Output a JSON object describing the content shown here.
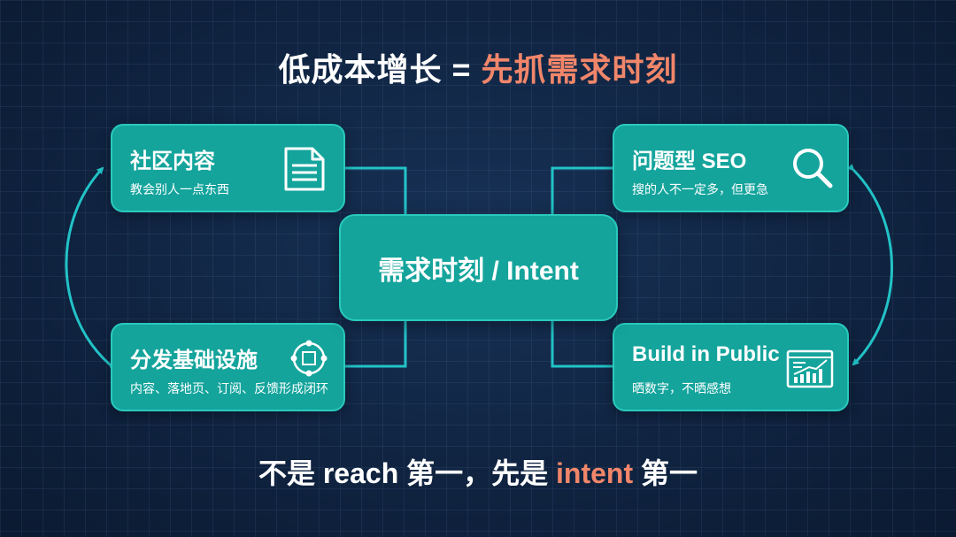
{
  "title": {
    "prefix": "低成本增长 = ",
    "highlight": "先抓需求时刻"
  },
  "center": {
    "label": "需求时刻 / Intent"
  },
  "cards": {
    "top_left": {
      "title": "社区内容",
      "subtitle": "教会别人一点东西",
      "icon": "document-icon"
    },
    "bottom_left": {
      "title": "分发基础设施",
      "subtitle": "内容、落地页、订阅、反馈形成闭环",
      "icon": "cycle-icon"
    },
    "top_right": {
      "title": "问题型 SEO",
      "subtitle": "搜的人不一定多，但更急",
      "icon": "search-icon"
    },
    "bottom_right": {
      "title": "Build in Public",
      "subtitle": "晒数字，不晒感想",
      "icon": "chart-icon"
    }
  },
  "footer": {
    "prefix": "不是 reach 第一，先是 ",
    "highlight": "intent",
    "suffix": " 第一"
  },
  "colors": {
    "background": "#0f2340",
    "card": "#14a49c",
    "border": "#2ac9bd",
    "accent": "#f1866a",
    "connector": "#22c3c7"
  }
}
